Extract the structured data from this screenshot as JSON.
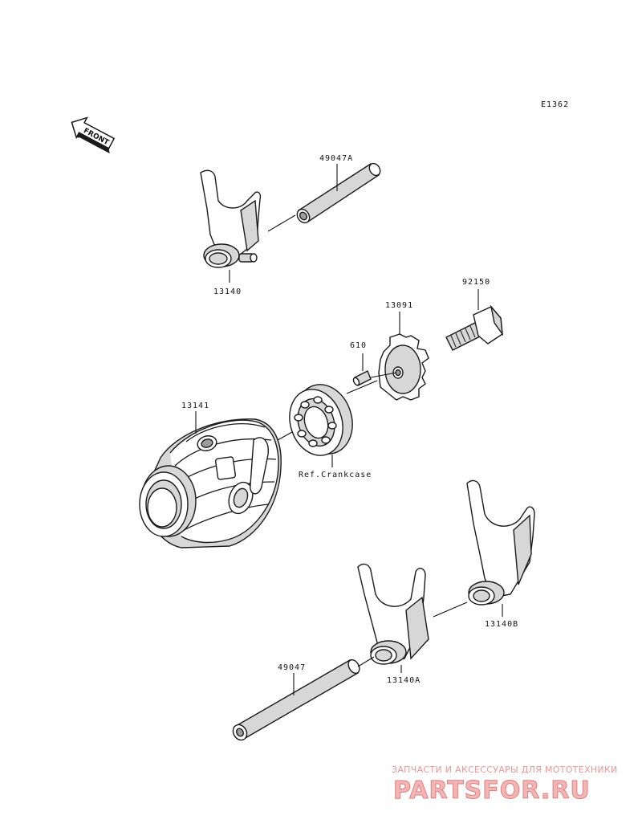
{
  "diagram": {
    "code": "E1362",
    "front_label": "FRONT",
    "parts": {
      "fork_upper": "13140",
      "shaft_upper": "49047A",
      "bolt": "92150",
      "plate": "13091",
      "pin": "610",
      "drum": "13141",
      "bearing_ref": "Ref.Crankcase",
      "fork_lower_right": "13140B",
      "fork_lower_left": "13140A",
      "shaft_lower": "49047"
    }
  },
  "watermark": {
    "tagline": "ЗАПЧАСТИ И АКСЕССУАРЫ ДЛЯ МОТОТЕХНИКИ",
    "brand": "PARTSFOR.RU"
  }
}
